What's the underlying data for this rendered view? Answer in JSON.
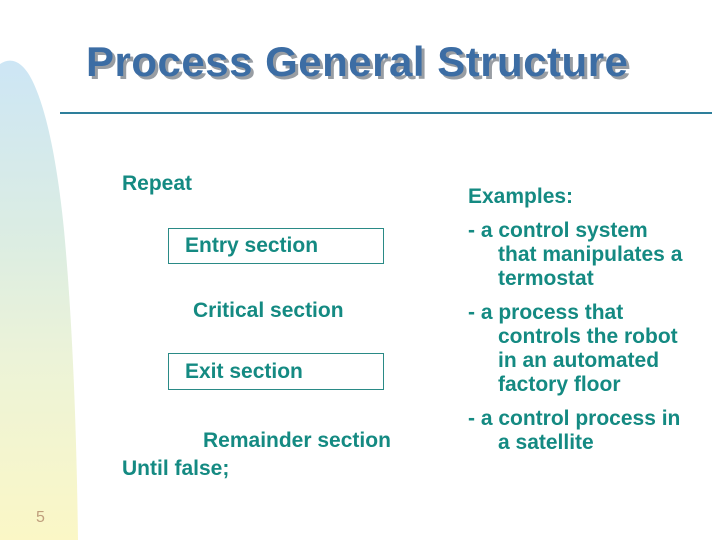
{
  "slide": {
    "title": "Process General Structure",
    "page_number": "5",
    "colors": {
      "title_blue": "#3c6da4",
      "title_shadow_gray": "#787c84",
      "teal_text": "#148a82",
      "box_border_teal": "#2a8a86",
      "rule_teal": "#2e7f9b",
      "page_number_tan": "#bf9e7c",
      "swoosh_gradient_top": "#cde6f5",
      "swoosh_gradient_mid1": "#dcede2",
      "swoosh_gradient_mid2": "#ecf3d8",
      "swoosh_gradient_bottom": "#fbf7c6",
      "background": "#ffffff"
    }
  },
  "pseudocode": {
    "repeat": "Repeat",
    "entry": "Entry section",
    "critical": "Critical section",
    "exit": "Exit section",
    "remainder": "Remainder section",
    "until": "Until false;"
  },
  "examples": {
    "heading": "Examples:",
    "lines": [
      "- a control system",
      "that manipulates a",
      "termostat",
      "- a process that",
      "controls the robot",
      "in an automated",
      "factory floor",
      "- a control process in",
      "a satellite"
    ]
  }
}
